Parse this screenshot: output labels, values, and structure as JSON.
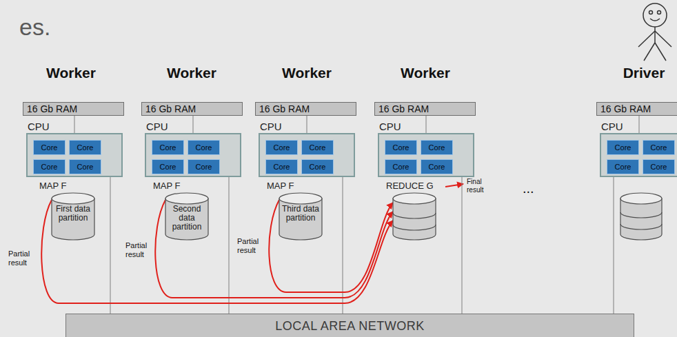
{
  "diagram": {
    "nodes": [
      {
        "text": [
          "16 Gb RAM"
        ]
      },
      {
        "text": [
          "CPU"
        ]
      },
      {
        "text": [
          "Core"
        ],
        "in": 1
      },
      {
        "text": [
          "Core"
        ],
        "in": 1
      },
      {
        "text": [
          "Core"
        ],
        "in": 1
      },
      {
        "text": [
          "Core"
        ],
        "in": 1
      },
      {
        "text": [
          "MAP F",
          "First data partition"
        ]
      },
      {
        "text": [
          "16 Gb RAM"
        ]
      },
      {
        "text": [
          "CPU"
        ]
      },
      {
        "text": [
          "Core"
        ],
        "in": 8
      },
      {
        "text": [
          "Core"
        ],
        "in": 8
      },
      {
        "text": [
          "Core"
        ],
        "in": 8
      },
      {
        "text": [
          "Core"
        ],
        "in": 8
      },
      {
        "text": [
          "MAP F",
          "Second data partition"
        ]
      },
      {
        "text": [
          "16 Gb RAM"
        ]
      },
      {
        "text": [
          "CPU"
        ]
      },
      {
        "text": [
          "Core"
        ],
        "in": 15
      },
      {
        "text": [
          "Core"
        ],
        "in": 15
      },
      {
        "text": [
          "Core"
        ],
        "in": 15
      },
      {
        "text": [
          "Core"
        ],
        "in": 15
      },
      {
        "text": [
          "MAP F",
          "Third data partition"
        ]
      },
      {
        "text": [
          "16 Gb RAM"
        ]
      },
      {
        "text": [
          "CPU"
        ]
      },
      {
        "text": [
          "Core"
        ],
        "in": 22
      },
      {
        "text": [
          "Core"
        ],
        "in": 22
      },
      {
        "text": [
          "Core"
        ],
        "in": 22
      },
      {
        "text": [
          "Core"
        ],
        "in": 22
      },
      {
        "text": [
          "REDUCE G"
        ]
      },
      {
        "text": [
          "16 Gb RAM"
        ]
      },
      {
        "text": [
          "CPU"
        ]
      },
      {
        "text": [
          "Core"
        ],
        "in": 29
      },
      {
        "text": [
          "Core"
        ],
        "in": 29
      },
      {
        "text": [
          "Core"
        ],
        "in": 29
      },
      {
        "text": [
          "Core"
        ],
        "in": 29
      },
      {
        "text": [
          "LOCAL AREA NETWORK"
        ]
      }
    ],
    "edges": [
      {
        "from": 0,
        "to": 1,
        "arrow": "none"
      },
      {
        "from": 7,
        "to": 8,
        "arrow": "none"
      },
      {
        "from": 14,
        "to": 15,
        "arrow": "none"
      },
      {
        "from": 21,
        "to": 22,
        "arrow": "none"
      },
      {
        "from": 28,
        "to": 29,
        "arrow": "none"
      },
      {
        "from": 1,
        "to": 34,
        "arrow": "none"
      },
      {
        "from": 8,
        "to": 34,
        "arrow": "none"
      },
      {
        "from": 15,
        "to": 34,
        "arrow": "none"
      },
      {
        "from": 22,
        "to": 34,
        "arrow": "none"
      },
      {
        "from": 29,
        "to": 34,
        "arrow": "none"
      },
      {
        "from": 6,
        "to": 27,
        "arrow": "to"
      },
      {
        "from": 13,
        "to": 27,
        "arrow": "to"
      },
      {
        "from": 20,
        "to": 27,
        "arrow": "to"
      }
    ],
    "labels": [
      "es.",
      "Worker",
      "Worker",
      "Worker",
      "Worker",
      "Driver",
      "Final result",
      "...",
      "Partial result",
      "Partial result",
      "Partial result"
    ]
  }
}
